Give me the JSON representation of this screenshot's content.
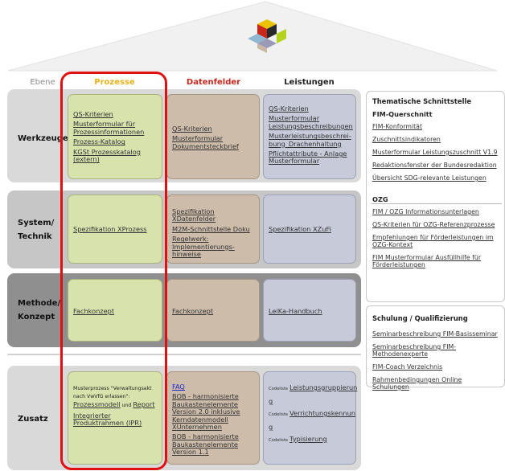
{
  "columns": {
    "ebene": "Ebene",
    "prozesse": "Prozesse",
    "datenfelder": "Datenfelder",
    "leistungen": "Leistungen"
  },
  "colors": {
    "prozesse_header": "#e8b21b",
    "datenfelder_header": "#c8281c",
    "highlight": "#e11010",
    "green": "#d8e2ad",
    "brown": "#cdbcaa",
    "blue": "#c7cad9"
  },
  "rows": {
    "werkzeuge": {
      "label": "Werkzeuge",
      "prozesse": [
        "QS-Kriterien",
        "Musterformular für Prozessinformationen",
        "Prozess-Katalog",
        "KGSt Prozesskatalog (extern)"
      ],
      "datenfelder": [
        "QS-Kriterien",
        "Musterformular Dokumentsteckbrief"
      ],
      "leistungen": [
        "QS-Kriterien",
        "Musterformular Leistungsbeschreibungen",
        "Musterleistungsbeschrei-bung_Drachenhaltung",
        "Pflichtattribute - Anlage Musterformular"
      ]
    },
    "system": {
      "label_1": "System/",
      "label_2": "Technik",
      "prozesse": [
        "Spezifikation XProzess"
      ],
      "datenfelder": [
        "Spezifikation XDatenfelder",
        "M2M-Schnittstelle Doku",
        "Regelwerk: Implementierungs-hinweise"
      ],
      "leistungen": [
        "Spezifikation XZuFi"
      ]
    },
    "methode": {
      "label_1": "Methode/",
      "label_2": "Konzept",
      "prozesse": [
        "Fachkonzept"
      ],
      "datenfelder": [
        "Fachkonzept"
      ],
      "leistungen": [
        "LeiKa-Handbuch"
      ]
    },
    "zusatz": {
      "label": "Zusatz",
      "prozesse": {
        "intro": "Musterprozess \"Verwaltungsakt nach VwVfG erlassen\":",
        "link1": "Prozessmodell",
        "und": "und",
        "link2": "Report",
        "link3": "Integrierter Produktrahmen (IPR)"
      },
      "datenfelder": [
        "FAQ",
        "BOB - harmonisierte Baukastenelemente Version 2.0 inklusive Kerndatenmodell XUnternehmen",
        "BOB - harmonisierte Baukastenelemente Version 1.1"
      ],
      "leistungen": {
        "codeliste": "Codeliste",
        "items": [
          "Leistungsgruppierun",
          "g",
          "Verrichtungskennun",
          "g",
          "Typisierung"
        ]
      }
    }
  },
  "sidebar": {
    "thematisch": {
      "title": "Thematische Schnittstelle",
      "fim_title": "FIM-Querschnitt",
      "fim_links": [
        "FIM-Konformität",
        "Zuschnittsindikatoren",
        "Musterformular Leistungszuschnitt V1.9",
        "Redaktionsfenster der Bundesredaktion",
        "Übersicht SDG-relevante Leistungen"
      ],
      "ozg_title": "OZG",
      "ozg_links": [
        "FIM / OZG Informationsunterlagen",
        "QS-Kriterien für OZG-Referenzprozesse",
        "Empfehlungen für Förderleistungen im OZG-Kontext",
        "FIM Musterformular Ausfüllhilfe für Förderleistungen"
      ]
    },
    "schulung": {
      "title": "Schulung / Qualifizierung",
      "links": [
        "Seminarbeschreibung FIM-Basisseminar",
        "Seminarbeschreibung FIM-Methodenexperte",
        "FIM-Coach Verzeichnis",
        "Rahmenbedingungen Online Schulungen"
      ]
    }
  }
}
